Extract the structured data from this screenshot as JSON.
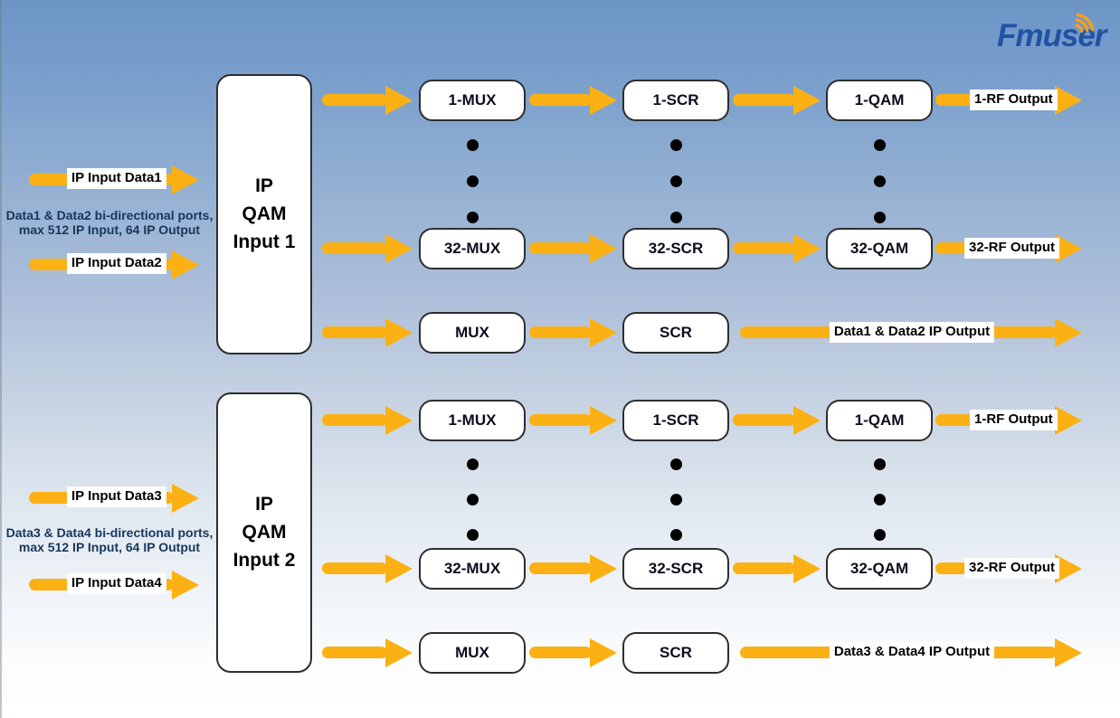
{
  "logo": {
    "text": "Fmuser"
  },
  "colors": {
    "arrow": "#FBB113",
    "background_top": "#6C95C6",
    "background_bottom": "#FFFFFF",
    "caption_text": "#17365D",
    "logo_blue": "#2152A3",
    "logo_orange": "#F6A01B",
    "block_fill": "#FFFFFF",
    "block_border": "#2E2E2E"
  },
  "groups": [
    {
      "device_lines": [
        "IP",
        "QAM",
        "Input 1"
      ],
      "input1": "IP Input Data1",
      "input2": "IP Input Data2",
      "caption1": "Data1 & Data2 bi-directional ports,",
      "caption2": "max 512 IP Input, 64 IP Output",
      "row1": {
        "b1": "1-MUX",
        "b2": "1-SCR",
        "b3": "1-QAM",
        "out": "1-RF Output"
      },
      "row2": {
        "b1": "32-MUX",
        "b2": "32-SCR",
        "b3": "32-QAM",
        "out": "32-RF Output"
      },
      "row3": {
        "b1": "MUX",
        "b2": "SCR",
        "out": "Data1 & Data2 IP Output"
      }
    },
    {
      "device_lines": [
        "IP",
        "QAM",
        "Input 2"
      ],
      "input1": "IP Input Data3",
      "input2": "IP Input Data4",
      "caption1": "Data3 & Data4 bi-directional ports,",
      "caption2": "max 512 IP Input, 64 IP Output",
      "row1": {
        "b1": "1-MUX",
        "b2": "1-SCR",
        "b3": "1-QAM",
        "out": "1-RF Output"
      },
      "row2": {
        "b1": "32-MUX",
        "b2": "32-SCR",
        "b3": "32-QAM",
        "out": "32-RF Output"
      },
      "row3": {
        "b1": "MUX",
        "b2": "SCR",
        "out": "Data3 & Data4 IP Output"
      }
    }
  ]
}
